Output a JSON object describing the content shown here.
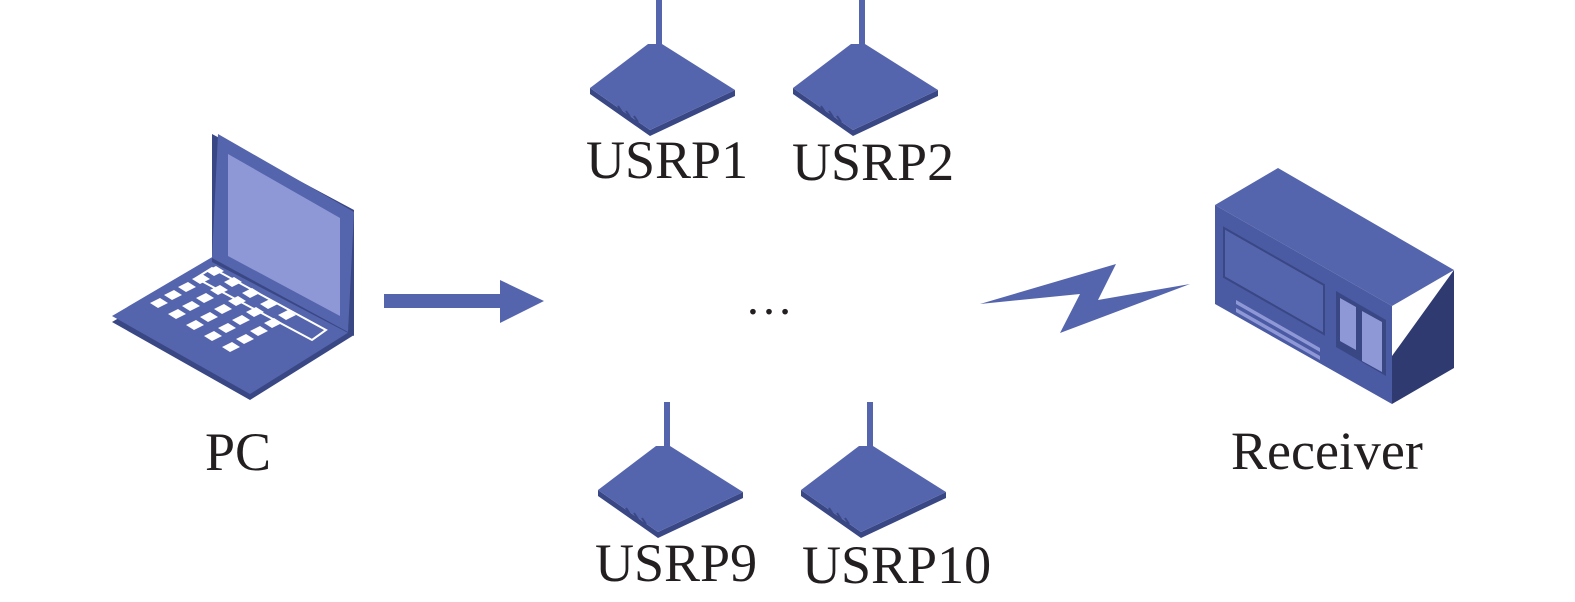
{
  "labels": {
    "pc": "PC",
    "usrp1": "USRP1",
    "usrp2": "USRP2",
    "ellipsis": "…",
    "usrp9": "USRP9",
    "usrp10": "USRP10",
    "receiver": "Receiver"
  },
  "colors": {
    "device_body": "#5565ad",
    "device_light": "#6877bb",
    "device_dark": "#3a4785",
    "screen": "#8f98d6",
    "key": "#ffffff",
    "text": "#231f20"
  },
  "icons": {
    "pc": "laptop-icon",
    "usrp": "wireless-router-icon",
    "receiver": "receiver-unit-icon",
    "link_arrow": "arrow-right-icon",
    "wireless_link": "lightning-bolt-icon"
  }
}
